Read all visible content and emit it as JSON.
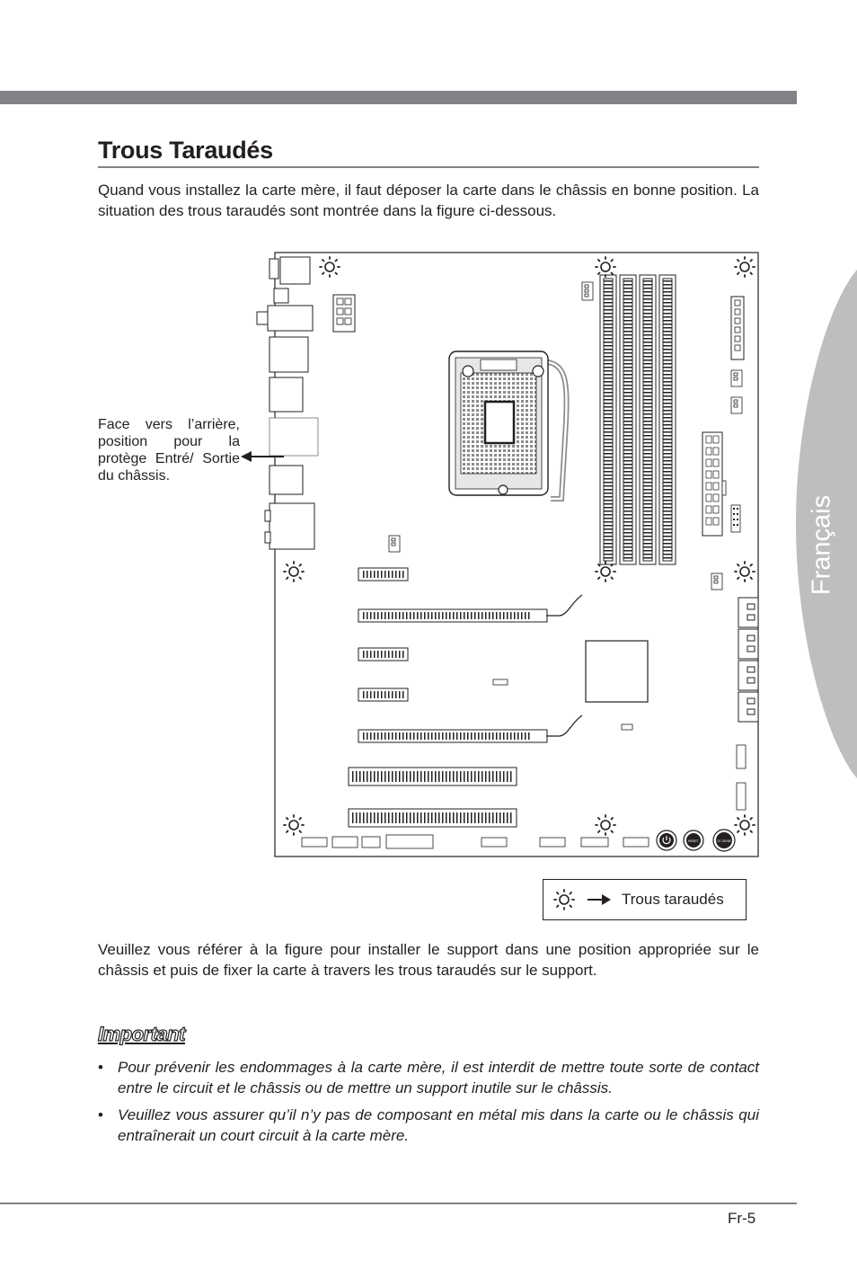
{
  "header": {
    "section_tab": "Français"
  },
  "title": "Trous Taraudés",
  "intro": "Quand vous installez la carte mère, il faut déposer la carte dans le châssis en bonne position. La situation des trous taraudés sont montrée dans la figure ci-dessous.",
  "figure": {
    "callout": "Face vers l’arrière, position pour la protège Entré/ Sortie du châssis.",
    "legend_label": "Trous taraudés",
    "button_labels": {
      "reset": "RESET",
      "oc_genie": "OC GENIE"
    }
  },
  "outro": "Veuillez vous référer à la figure pour installer le support dans une position appropriée sur le châssis et puis de fixer la carte à travers les trous taraudés sur le support.",
  "important": {
    "heading": "Important",
    "bullet_symbol": "•",
    "items": [
      "Pour prévenir les endommages à la carte mère, il est interdit de mettre toute sorte de contact entre le circuit et le châssis ou de mettre un support inutile sur le châssis.",
      "Veuillez vous assurer qu’il n’y pas de composant en métal mis dans la carte ou le châssis qui entraînerait un court circuit à la carte mère."
    ]
  },
  "footer": {
    "page_number": "Fr-5"
  },
  "colors": {
    "gray_bar": "#808285",
    "side_tab": "#bcbec0",
    "text": "#231f20"
  }
}
